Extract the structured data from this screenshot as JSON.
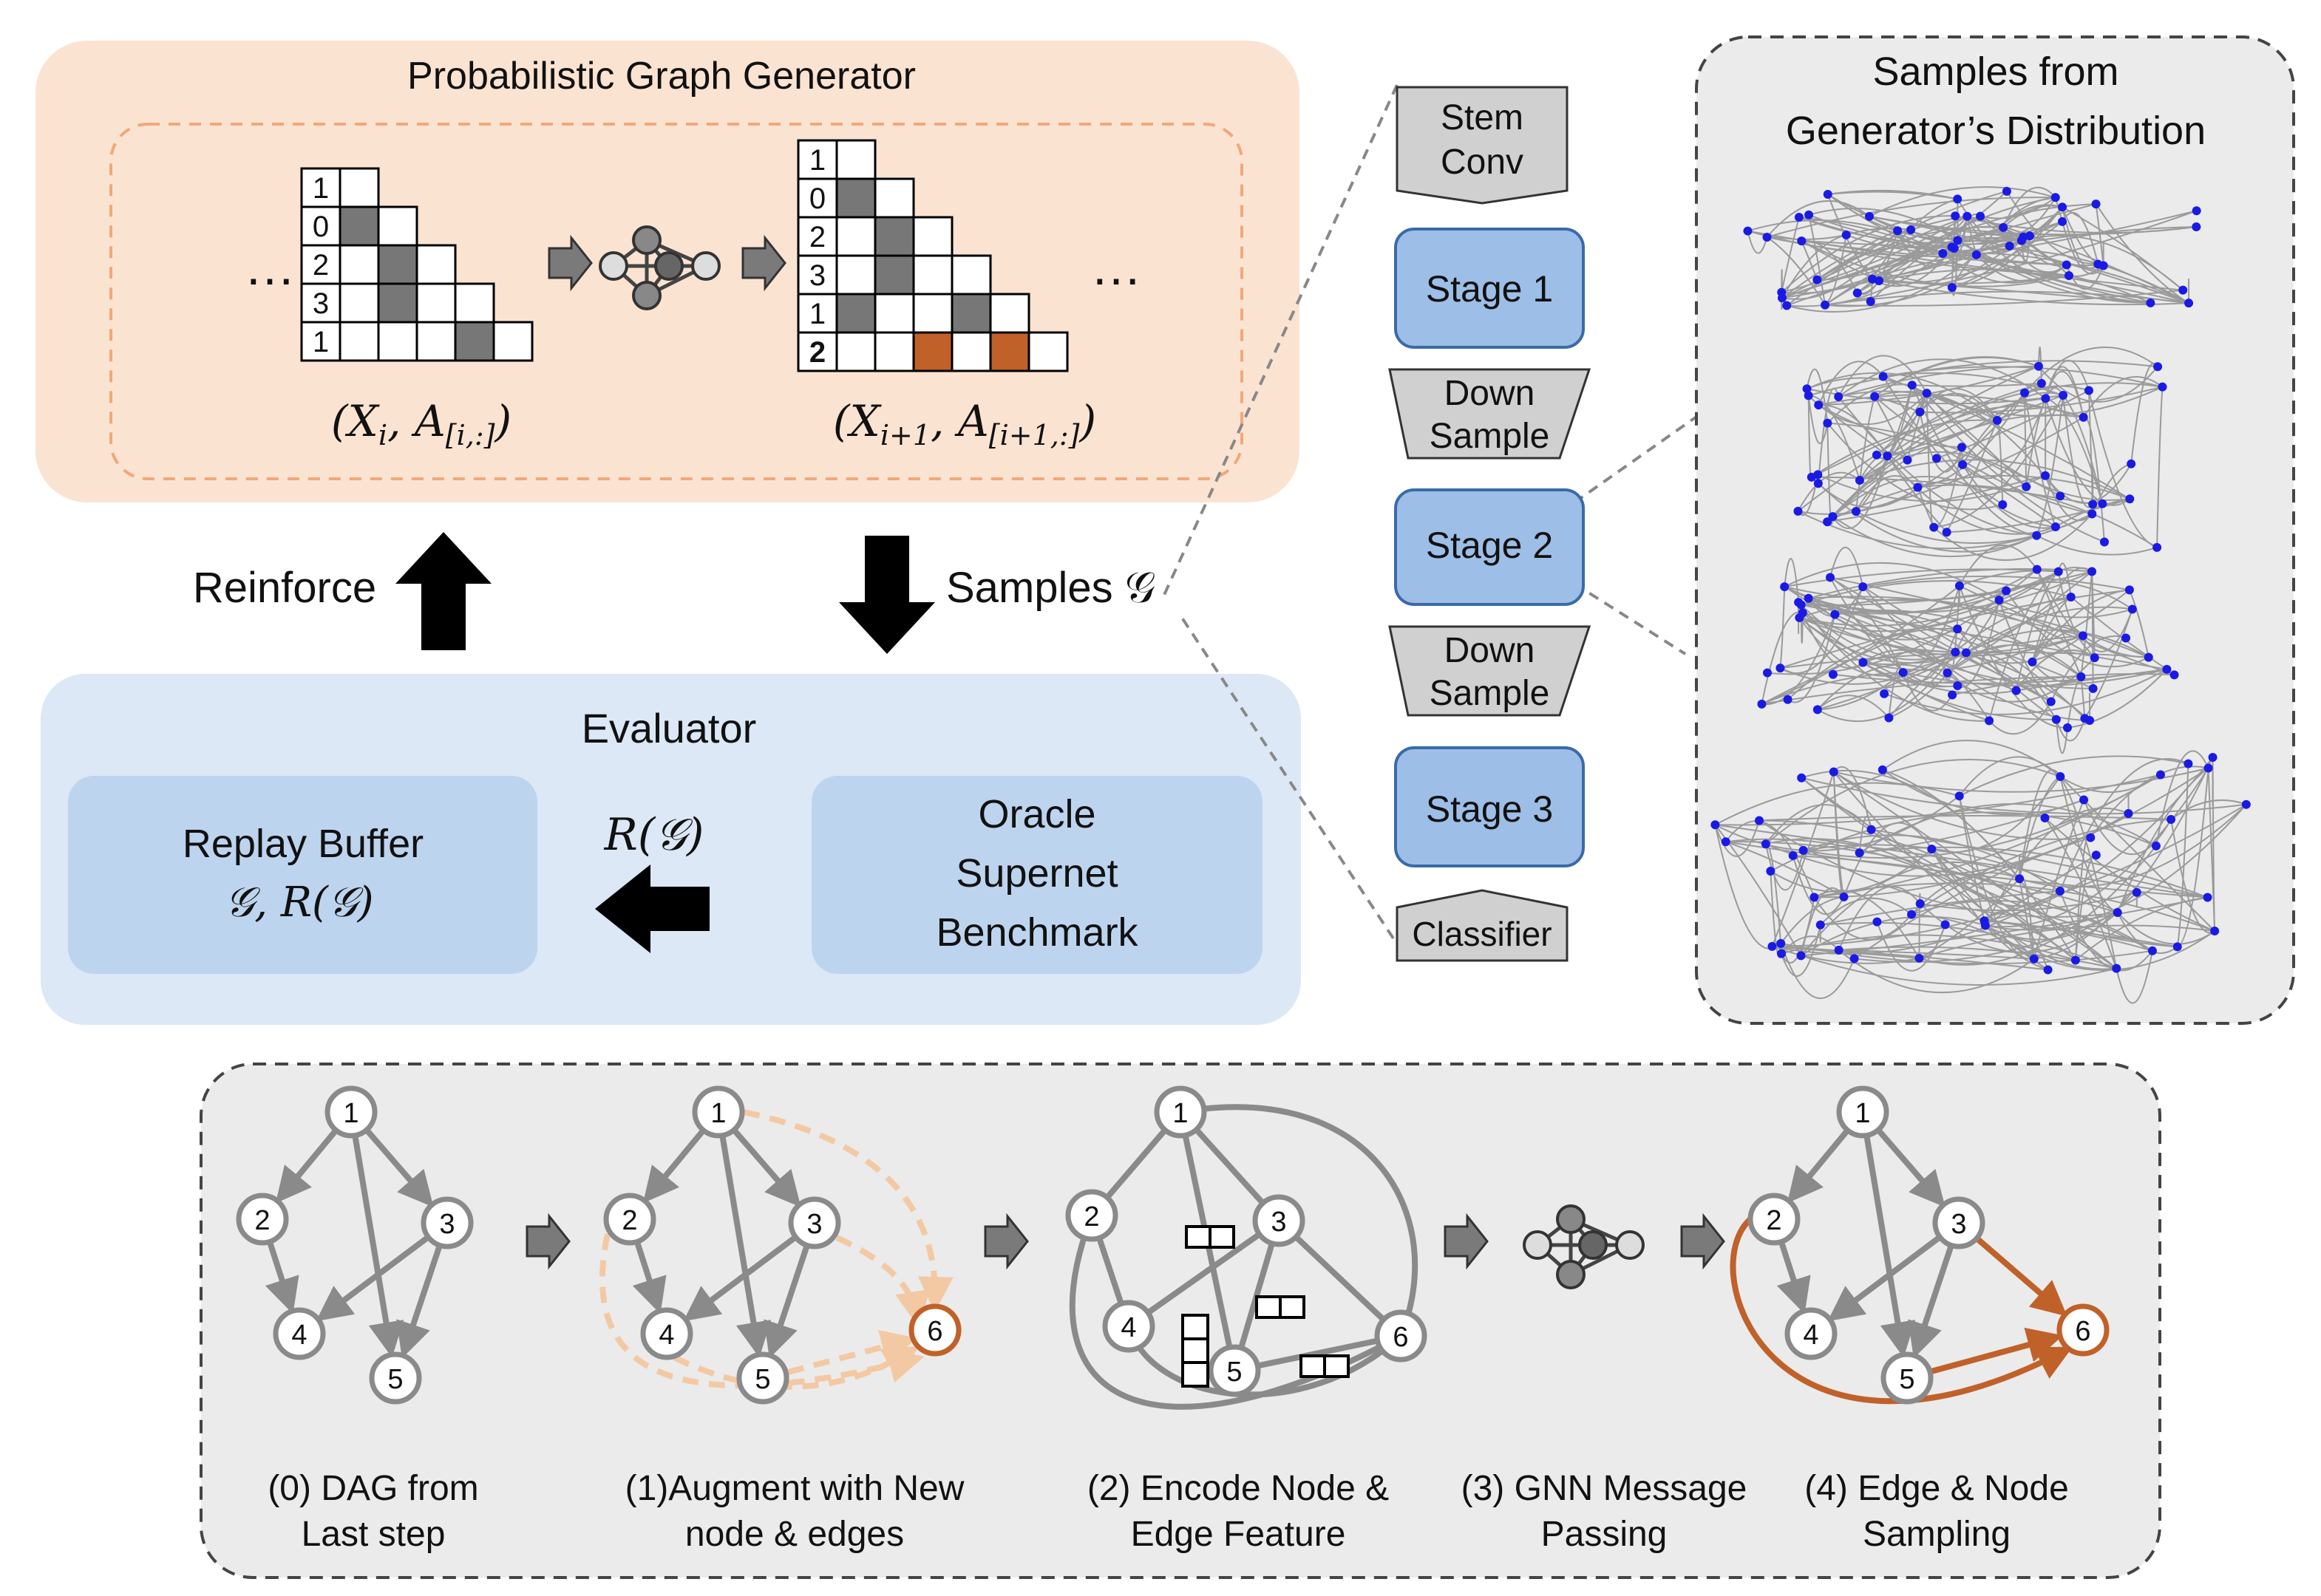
{
  "generator": {
    "title": "Probabilistic Graph Generator",
    "ellipsis": "…",
    "left_matrix": {
      "node_labels": [
        "1",
        "0",
        "2",
        "3",
        "1"
      ],
      "caption": "(X_i, A_[i,:])"
    },
    "right_matrix": {
      "node_labels": [
        "1",
        "0",
        "2",
        "3",
        "1",
        "2"
      ],
      "caption": "(X_{i+1}, A_[i+1,:])"
    }
  },
  "loop": {
    "reinforce_label": "Reinforce",
    "samples_label": "Samples 𝒢"
  },
  "evaluator": {
    "title": "Evaluator",
    "replay_buffer": {
      "line1": "Replay Buffer",
      "line2": "𝒢, R(𝒢)"
    },
    "reward_label": "R(𝒢)",
    "oracle": {
      "line1": "Oracle",
      "line2": "Supernet",
      "line3": "Benchmark"
    }
  },
  "network": {
    "stem": [
      "Stem",
      "Conv"
    ],
    "stage1": "Stage 1",
    "down1": [
      "Down",
      "Sample"
    ],
    "stage2": "Stage 2",
    "down2": [
      "Down",
      "Sample"
    ],
    "stage3": "Stage 3",
    "classifier": "Classifier"
  },
  "samples_panel": {
    "title_line1": "Samples from",
    "title_line2": "Generator’s Distribution"
  },
  "steps": [
    {
      "line1": "(0) DAG from",
      "line2": "Last step"
    },
    {
      "line1": "(1)Augment with New",
      "line2": "node & edges"
    },
    {
      "line1": "(2) Encode Node &",
      "line2": "Edge Feature"
    },
    {
      "line1": "(3) GNN Message",
      "line2": "Passing"
    },
    {
      "line1": "(4) Edge & Node",
      "line2": "Sampling"
    }
  ],
  "colors": {
    "orange": "#C0612A",
    "light_orange": "#F3C9A4",
    "gray": "#8A8A8A",
    "blue_box": "#9DBEE6",
    "node_blue": "#1A1AE6"
  }
}
